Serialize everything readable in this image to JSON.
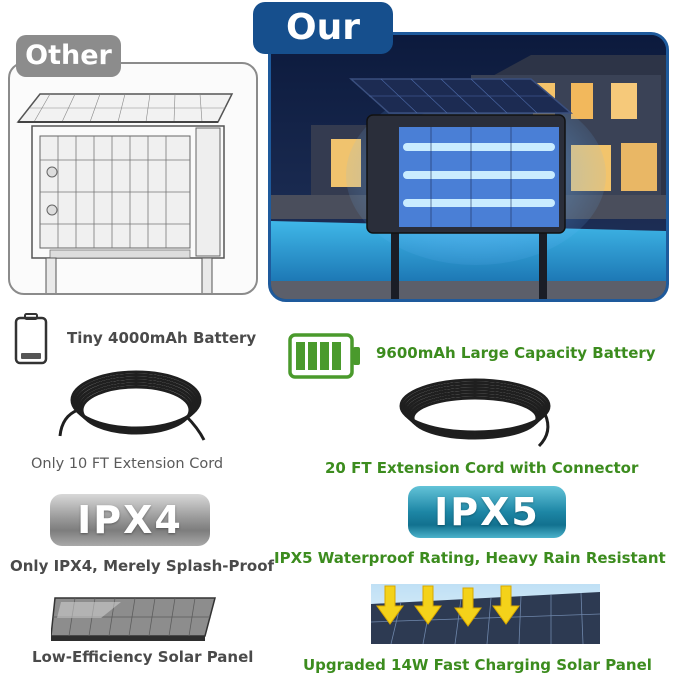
{
  "badges": {
    "other": "Other",
    "our": "Our"
  },
  "left": {
    "battery_label": "Tiny 4000mAh Battery",
    "cord_label": "Only 10 FT Extension Cord",
    "ipx_badge": "IPX4",
    "waterproof_label": "Only IPX4, Merely Splash-Proof",
    "solar_label": "Low-Efficiency Solar Panel"
  },
  "right": {
    "battery_label": "9600mAh Large Capacity Battery",
    "cord_label": "20 FT Extension Cord with Connector",
    "ipx_badge": "IPX5",
    "waterproof_label": "IPX5 Waterproof Rating, Heavy Rain Resistant",
    "solar_label": "Upgraded 14W Fast Charging Solar Panel"
  },
  "colors": {
    "other_gray": "#8c8c8c",
    "our_blue": "#164f8d",
    "green_text": "#3c8c1e",
    "battery_green": "#4a9a2c"
  },
  "icons": [
    "battery-low-icon",
    "battery-full-icon",
    "cable-coil-icon"
  ]
}
